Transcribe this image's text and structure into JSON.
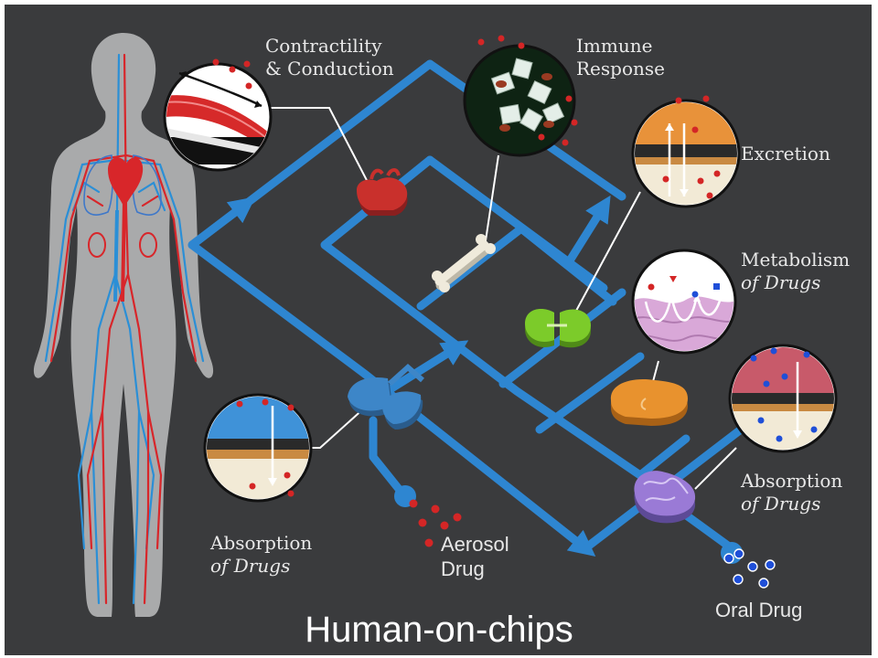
{
  "title": "Human-on-chips",
  "labels": {
    "contractility": {
      "line1": "Contractility",
      "line2": "& Conduction"
    },
    "immune": {
      "line1": "Immune",
      "line2": "Response"
    },
    "excretion": {
      "line1": "Excretion"
    },
    "metabolism": {
      "line1": "Metabolism",
      "line2": "of Drugs"
    },
    "absorption_right": {
      "line1": "Absorption",
      "line2": "of Drugs"
    },
    "absorption_left": {
      "line1": "Absorption",
      "line2": "of Drugs"
    },
    "aerosol": {
      "line1": "Aerosol",
      "line2": "Drug"
    },
    "oral": {
      "line1": "Oral Drug"
    }
  },
  "organs": [
    "heart-chip",
    "bone-chip",
    "kidney-chip",
    "liver-chip",
    "lung-chip",
    "intestine-chip"
  ],
  "colors": {
    "background": "#3a3b3d",
    "channel": "#2e86d1",
    "drug_red": "#d42626",
    "drug_blue": "#1f4fd8",
    "heart": "#c9302c",
    "kidney": "#7ccb2a",
    "liver": "#e8922e",
    "lung": "#3d86c8",
    "intestine": "#9a7ad6",
    "body_vein": "#2b8fd6",
    "body_artery": "#d8262a"
  }
}
